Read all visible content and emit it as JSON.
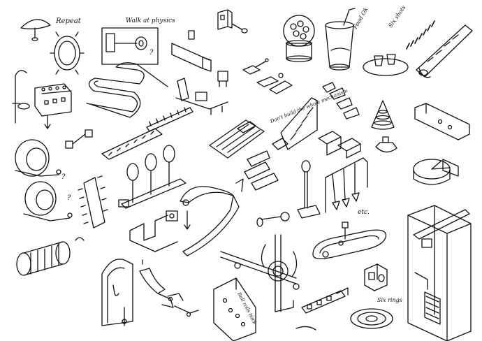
{
  "annotations": {
    "repeat": "Repeat",
    "wall_physics": "Walk at physics",
    "question_mark": "?",
    "food_ok": "Food Ok",
    "six_shots": "Six shots",
    "dont_build": "Don't build the whole mechanism",
    "etc": "etc.",
    "ball_rolls": "Ball rolls back",
    "six_rings": "Six rings"
  },
  "palette": {
    "ink": "#111111",
    "paper": "#ffffff"
  }
}
